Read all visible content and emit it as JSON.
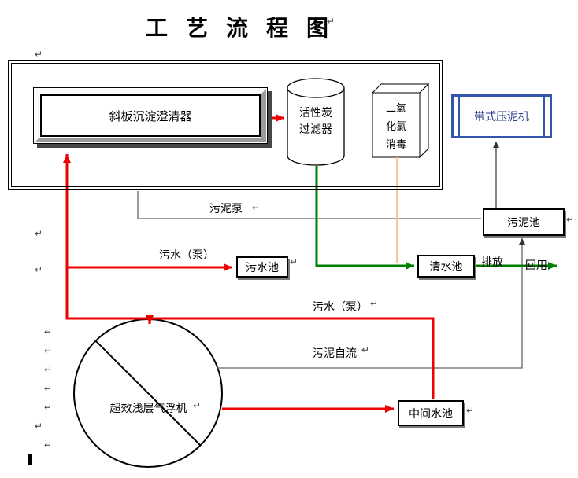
{
  "title": "工 艺 流 程 图",
  "pilcrow": "↵",
  "colors": {
    "flow_red": "#EE0000",
    "flow_green": "#008000",
    "dosing_orange": "#FABF8F",
    "machine_blue": "#3355AA",
    "connector_gray": "#666666"
  },
  "shapes": {
    "clarifier": "斜板沉淀澄清器",
    "carbon_filter": [
      "活性炭",
      "过滤器"
    ],
    "chlorine_disinfection": [
      "二氧",
      "化氯",
      "消毒"
    ],
    "belt_press": "带式压泥机",
    "sludge_pool": "污泥池",
    "sewage_pool": "污水池",
    "clean_pool": "清水池",
    "intermediate_pool": "中间水池",
    "air_flotation": "超效浅层气浮机"
  },
  "labels": {
    "sludge_pump": "污泥泵",
    "sewage_pump_upper": "污水（泵）",
    "sewage_pump_lower": "污水（泵）",
    "sludge_gravity_flow": "污泥自流",
    "discharge": "排放",
    "reuse": "回用"
  }
}
